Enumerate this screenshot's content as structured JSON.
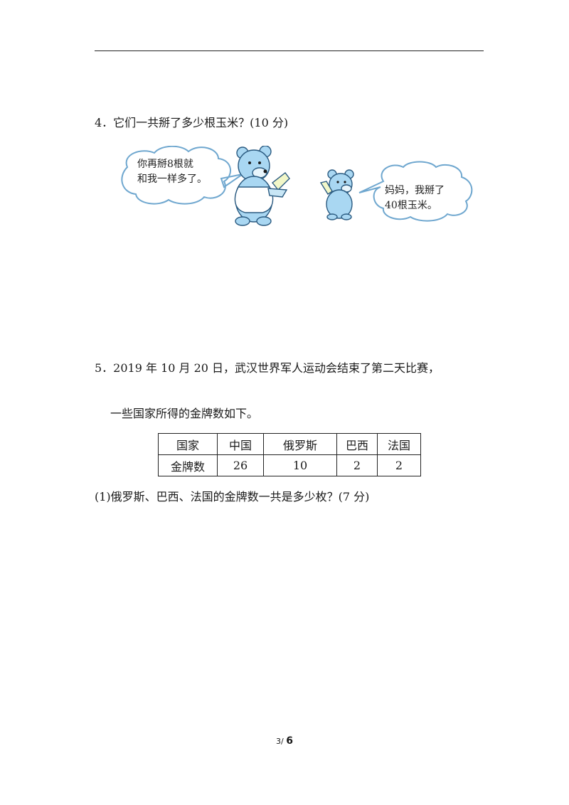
{
  "q4": {
    "title": "4．它们一共掰了多少根玉米？(10 分)",
    "mother_speech_line1": "你再掰8根就",
    "mother_speech_line2": "和我一样多了。",
    "cub_speech_line1": "妈妈，我掰了",
    "cub_speech_line2": "40根玉米。"
  },
  "q5": {
    "title_line1": "5．2019 年 10 月 20 日，武汉世界军人运动会结束了第二天比赛，",
    "title_line2": "一些国家所得的金牌数如下。",
    "table": {
      "header": [
        "国家",
        "中国",
        "俄罗斯",
        "巴西",
        "法国"
      ],
      "row": [
        "金牌数",
        "26",
        "10",
        "2",
        "2"
      ]
    },
    "sub1": "(1)俄罗斯、巴西、法国的金牌数一共是多少枚？(7 分)"
  },
  "footer": {
    "current": "3/",
    "total": "6"
  },
  "colors": {
    "bear_fill": "#a9d7f2",
    "bear_stroke": "#2a5a80",
    "bubble_fill": "#ffffff",
    "bubble_stroke": "#6fa7cf"
  }
}
